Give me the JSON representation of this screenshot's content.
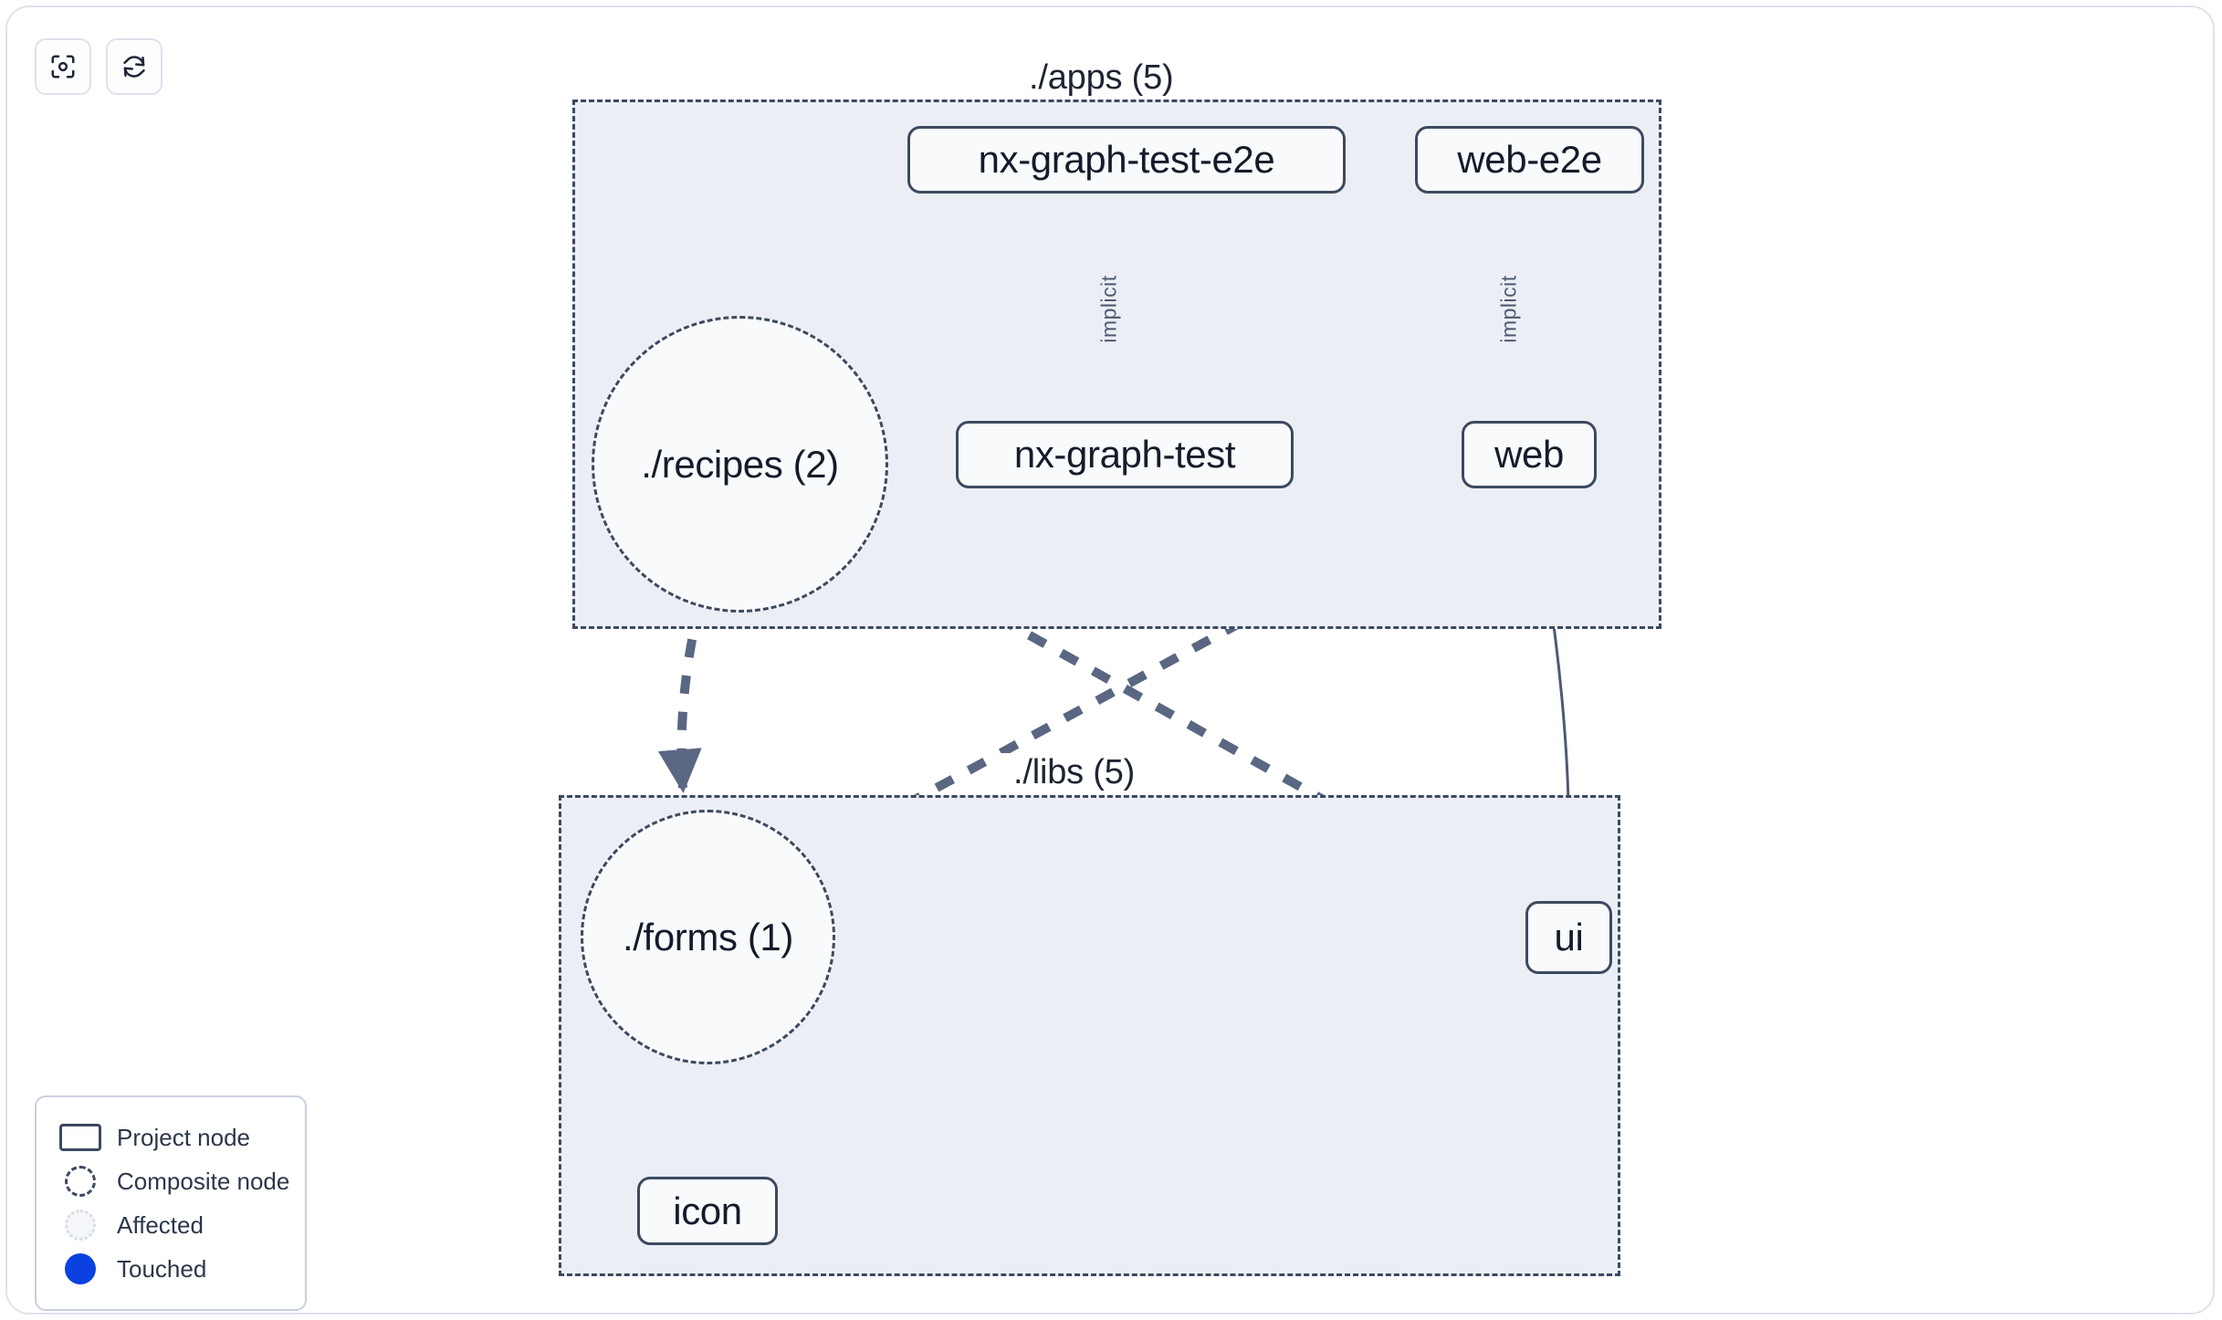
{
  "toolbar": {
    "buttons": [
      {
        "name": "focus-graph-button",
        "icon": "focus-target-icon",
        "label": "Focus graph"
      },
      {
        "name": "refresh-graph-button",
        "icon": "refresh-icon",
        "label": "Refresh graph"
      }
    ]
  },
  "graph": {
    "groups": [
      {
        "id": "apps",
        "label": "./apps (5)"
      },
      {
        "id": "libs",
        "label": "./libs (5)"
      }
    ],
    "nodes": [
      {
        "id": "nx-graph-test-e2e",
        "label": "nx-graph-test-e2e",
        "type": "project",
        "group": "apps"
      },
      {
        "id": "web-e2e",
        "label": "web-e2e",
        "type": "project",
        "group": "apps"
      },
      {
        "id": "recipes",
        "label": "./recipes (2)",
        "type": "composite",
        "group": "apps"
      },
      {
        "id": "nx-graph-test",
        "label": "nx-graph-test",
        "type": "project",
        "group": "apps"
      },
      {
        "id": "web",
        "label": "web",
        "type": "project",
        "group": "apps"
      },
      {
        "id": "forms",
        "label": "./forms (1)",
        "type": "composite",
        "group": "libs"
      },
      {
        "id": "ui",
        "label": "ui",
        "type": "project",
        "group": "libs"
      },
      {
        "id": "icon",
        "label": "icon",
        "type": "project",
        "group": "libs"
      }
    ],
    "edges": [
      {
        "from": "nx-graph-test-e2e",
        "to": "nx-graph-test",
        "label": "implicit",
        "style": "solid"
      },
      {
        "from": "web-e2e",
        "to": "web",
        "label": "implicit",
        "style": "solid"
      },
      {
        "from": "web",
        "to": "ui",
        "label": "",
        "style": "solid"
      },
      {
        "from": "recipes",
        "to": "forms",
        "label": "",
        "style": "dashed"
      },
      {
        "from": "recipes",
        "to": "ui",
        "label": "",
        "style": "dashed"
      },
      {
        "from": "web",
        "to": "forms",
        "label": "",
        "style": "dashed"
      },
      {
        "from": "forms",
        "to": "icon",
        "label": "",
        "style": "dashed"
      }
    ]
  },
  "legend": {
    "items": [
      {
        "swatch": "project-node-swatch",
        "label": "Project node"
      },
      {
        "swatch": "composite-node-swatch",
        "label": "Composite node"
      },
      {
        "swatch": "affected-swatch",
        "label": "Affected"
      },
      {
        "swatch": "touched-swatch",
        "label": "Touched"
      }
    ]
  },
  "colors": {
    "node_border": "#3c4a60",
    "node_fill": "#f8fafc",
    "group_fill": "#ebeff5",
    "edge_solid": "#4d5a72",
    "edge_dashed": "#5a6782",
    "touched": "#0b41e0",
    "text": "#141c2b"
  }
}
